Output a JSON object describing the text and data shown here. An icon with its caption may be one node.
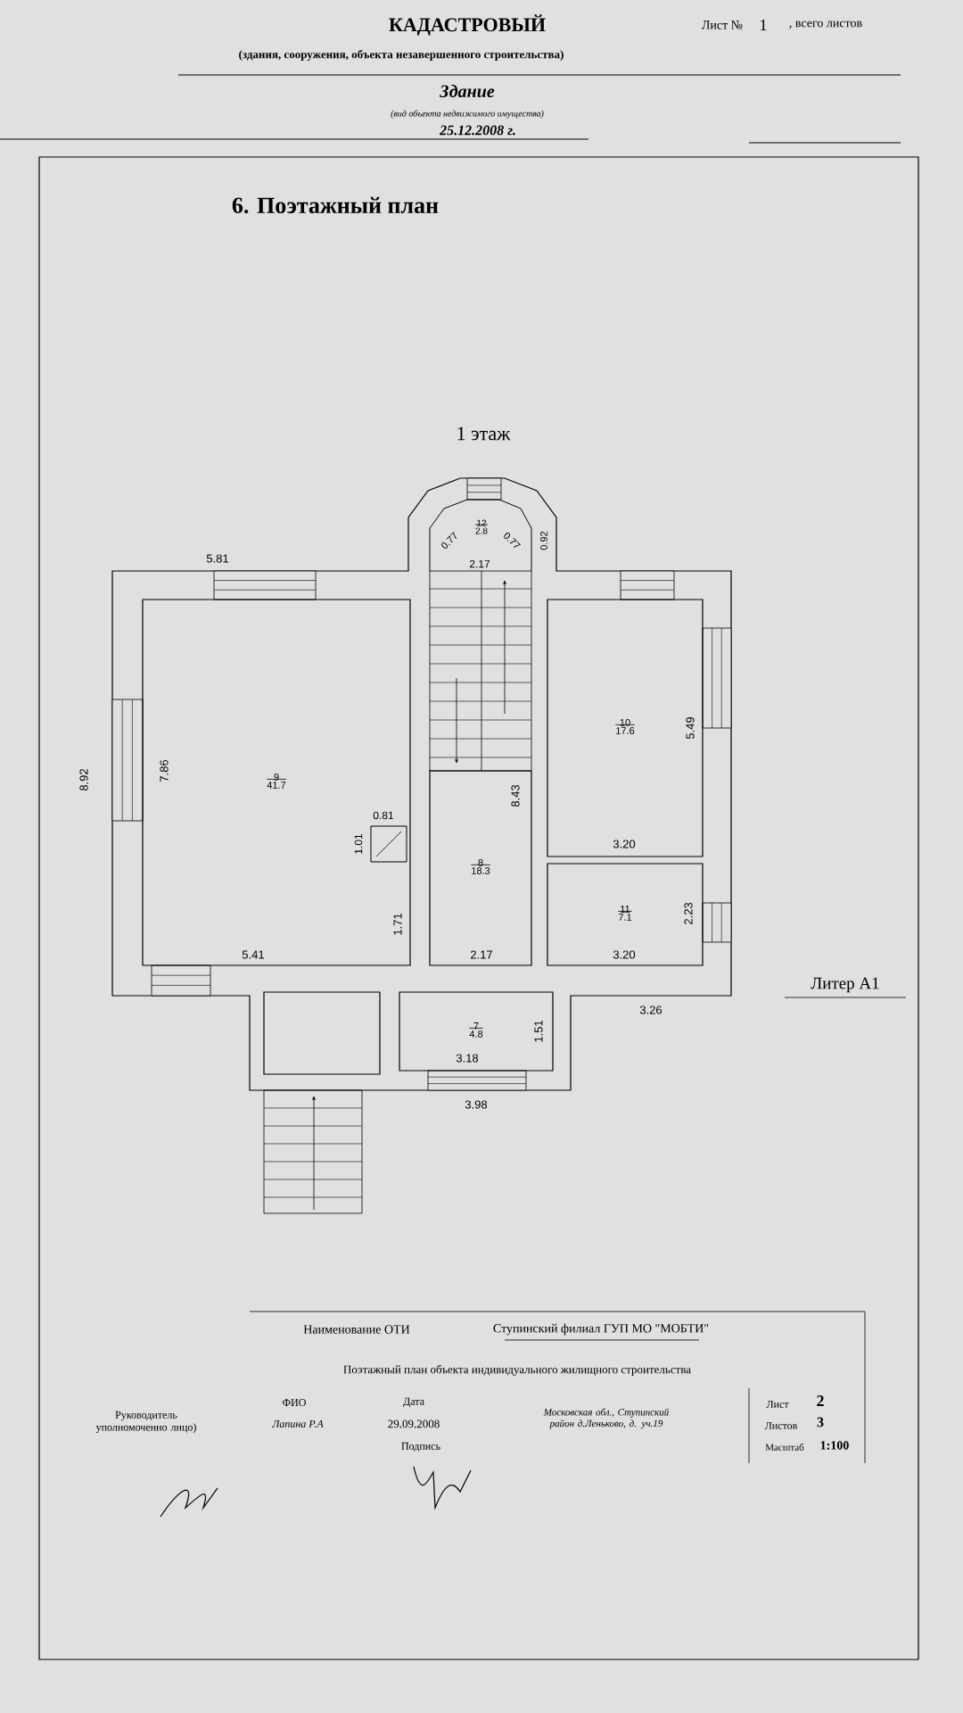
{
  "diagram": {
    "title": "6. Поэтажный план",
    "nodes": [
      {
        "text": [
          "12",
          "2.8"
        ]
      },
      {
        "text": [
          "9",
          "41.7"
        ]
      },
      {
        "text": [
          "8",
          "18.3"
        ]
      },
      {
        "text": [
          "10",
          "17.6"
        ]
      },
      {
        "text": [
          "11",
          "7.1"
        ]
      },
      {
        "text": [],
        "shape": "box"
      },
      {
        "text": [
          "7",
          "4.8"
        ]
      }
    ],
    "edges": [],
    "labels": [
      "КАДАСТРОВЫЙ",
      "(здания, сооружения, объекта незавершенного строительства)",
      "Лист №",
      "1",
      ", всего листов",
      "Здание",
      "(вид объекта недвижимого имущества)",
      "25.12.2008 г.",
      "1 этаж",
      "5.81",
      "8.92",
      "7.86",
      "0.77",
      "0.77",
      "2.17",
      "0.92",
      "8.43",
      "5.49",
      "0.81",
      "1.01",
      "1.71",
      "5.41",
      "2.17",
      "3.20",
      "3.20",
      "2.23",
      "3.26",
      "1.51",
      "3.18",
      "3.98",
      "Литер А1",
      "Наименование ОТИ",
      "Ступинский филиал ГУП МО \"МОБТИ\"",
      "Поэтажный план объекта индивидуального жилищного строительства",
      "Руководитель уполномоченно лицо)",
      "ФИО",
      "Дата",
      "Лапина Р.А",
      "29.09.2008",
      "Подпись",
      "Московская обл., Ступинский район д.Леньково, д. уч.19",
      "Лист",
      "2",
      "Листов",
      "3",
      "Масштаб",
      "1:100"
    ]
  }
}
